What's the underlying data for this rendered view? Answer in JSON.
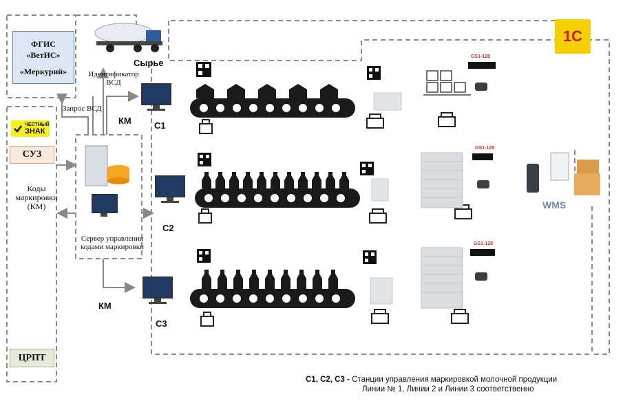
{
  "fgis": {
    "line1": "ФГИС",
    "line2": "«ВетИС»",
    "line3": "«Меркурий»"
  },
  "raw_label": "Сырье",
  "identifier_label": "Идентификатор ВСД",
  "request_label": "Запрос ВСД",
  "chestny_znak": {
    "line1": "ЧЕСТНЫЙ",
    "line2": "ЗНАК"
  },
  "suz_label": "СУЗ",
  "codes_label": {
    "line1": "Коды",
    "line2": "маркировки",
    "line3": "(КМ)"
  },
  "server_label": {
    "line1": "Сервер управления",
    "line2": "кодами маркировки"
  },
  "km_top": "КМ",
  "km_bottom": "КМ",
  "crpt_label": "ЦРПТ",
  "stations": [
    "C1",
    "C2",
    "C3"
  ],
  "gs1_label": "GS1-128",
  "wms_label": "WMS",
  "logo_1c": "1С",
  "legend": {
    "prefix": "C1, C2, C3 -",
    "line1": "Станции управления маркировкой молочной продукции",
    "line2": "Линии № 1, Линии 2 и Линии 3 соответственно"
  }
}
